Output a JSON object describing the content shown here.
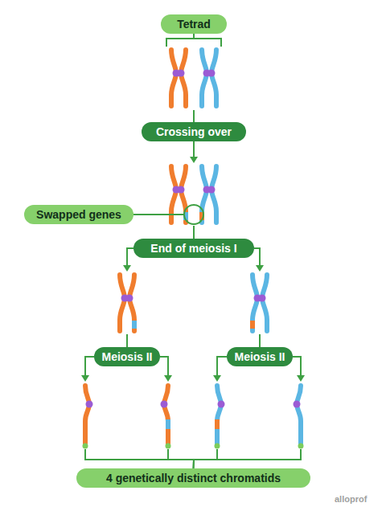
{
  "diagram": {
    "nodes": [
      {
        "text": [
          "Tetrad"
        ]
      },
      {
        "text": [
          "Crossing over"
        ]
      },
      {
        "text": [
          "Swapped genes"
        ]
      },
      {
        "text": [
          "End of meiosis I"
        ]
      },
      {
        "text": [
          "Meiosis II"
        ]
      },
      {
        "text": [
          "Meiosis II"
        ]
      },
      {
        "text": [
          "4 genetically distinct chromatids"
        ]
      }
    ],
    "edges": [
      {
        "from": 0,
        "to": 1,
        "arrow": "none"
      },
      {
        "from": 1,
        "to": 3,
        "arrow": "to"
      },
      {
        "from": 3,
        "to": 4,
        "arrow": "to"
      },
      {
        "from": 3,
        "to": 5,
        "arrow": "to"
      },
      {
        "from": 4,
        "to": 6,
        "arrow": "to"
      },
      {
        "from": 5,
        "to": 6,
        "arrow": "to"
      }
    ],
    "labels": [
      "alloprof"
    ]
  }
}
